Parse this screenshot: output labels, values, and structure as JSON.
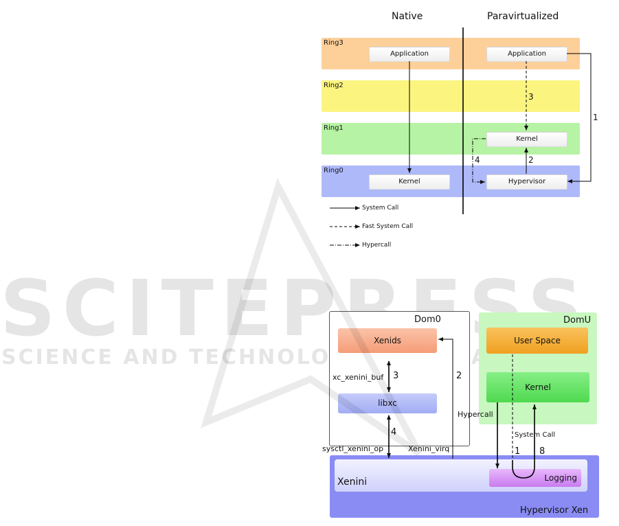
{
  "diagram1": {
    "headers": {
      "native": "Native",
      "paravirtualized": "Paravirtualized"
    },
    "rings": [
      {
        "label": "Ring3",
        "color": "#fdd09a"
      },
      {
        "label": "Ring2",
        "color": "#fdf47a"
      },
      {
        "label": "Ring1",
        "color": "#b6f3a4"
      },
      {
        "label": "Ring0",
        "color": "#aeb9fa"
      }
    ],
    "native": {
      "application": "Application",
      "kernel": "Kernel"
    },
    "para": {
      "application": "Application",
      "kernel": "Kernel",
      "hypervisor": "Hypervisor"
    },
    "numbers": {
      "n1": "1",
      "n2": "2",
      "n3": "3",
      "n4": "4"
    },
    "legend": [
      {
        "label": "System Call",
        "style": "solid"
      },
      {
        "label": "Fast System Call",
        "style": "dashed"
      },
      {
        "label": "Hypercall",
        "style": "dashdot"
      }
    ]
  },
  "diagram2": {
    "dom0": {
      "title": "Dom0",
      "xenids": "Xenids",
      "libxc": "libxc"
    },
    "domu": {
      "title": "DomU",
      "user_space": "User Space",
      "kernel": "Kernel"
    },
    "hypervisor": {
      "title": "Hypervisor Xen",
      "xenini": "Xenini",
      "logging": "Logging"
    },
    "labels": {
      "xc_xenini_buf": "xc_xenini_buf",
      "sysctl_xenini_op": "sysctl_xenini_op",
      "xenini_virq": "Xenini_virq",
      "hypercall": "Hypercall",
      "system_call": "System Call"
    },
    "numbers": {
      "n1": "1",
      "n2": "2",
      "n3": "3",
      "n4": "4",
      "n8": "8"
    },
    "colors": {
      "dom0_xenids": "#f7a98a",
      "dom0_libxc": "#aab4f5",
      "domu_bg": "#c8f7c0",
      "domu_user": "#f5a623",
      "domu_kernel": "#5ee05e",
      "hypervisor": "#8a8cf3",
      "xenini": "#dcdcff",
      "logging": "#d59af3"
    }
  },
  "watermark": {
    "main": "SCITEPRESS",
    "sub": "SCIENCE AND TECHNOLOGY PUBLICATIONS"
  }
}
